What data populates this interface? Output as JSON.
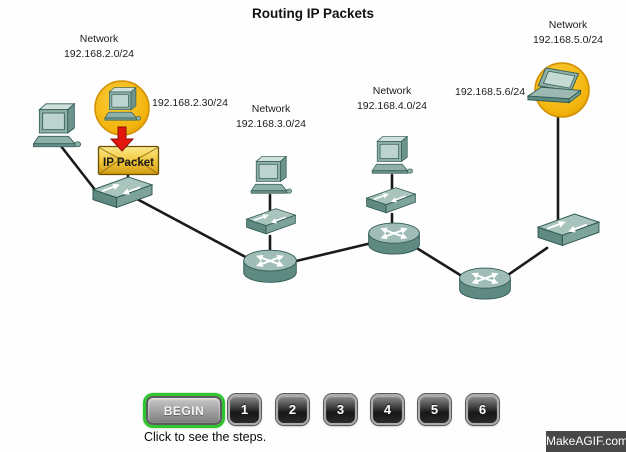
{
  "title": "Routing IP Packets",
  "diagram": {
    "networks": [
      {
        "name": "Network",
        "cidr": "192.168.2.0/24"
      },
      {
        "name": "Network",
        "cidr": "192.168.3.0/24"
      },
      {
        "name": "Network",
        "cidr": "192.168.4.0/24"
      },
      {
        "name": "Network",
        "cidr": "192.168.5.0/24"
      }
    ],
    "source_host_ip": "192.168.2.30/24",
    "destination_host_ip": "192.168.5.6/24",
    "packet_label": "IP Packet"
  },
  "controls": {
    "begin_label": "BEGIN",
    "step_buttons": [
      "1",
      "2",
      "3",
      "4",
      "5",
      "6"
    ],
    "hint": "Click to see the steps."
  },
  "watermark": "MakeAGIF.com",
  "colors": {
    "device_teal": "#8FB0A8",
    "device_outline": "#2F5A52",
    "highlight_gold": "#F2B40C",
    "packet_red": "#E3170D",
    "envelope_gold": "#F0C83F",
    "begin_green": "#2FC52F",
    "button_dark": "#2B2B2B",
    "watermark_bg": "#484848",
    "link_black": "#1A1A1A"
  }
}
